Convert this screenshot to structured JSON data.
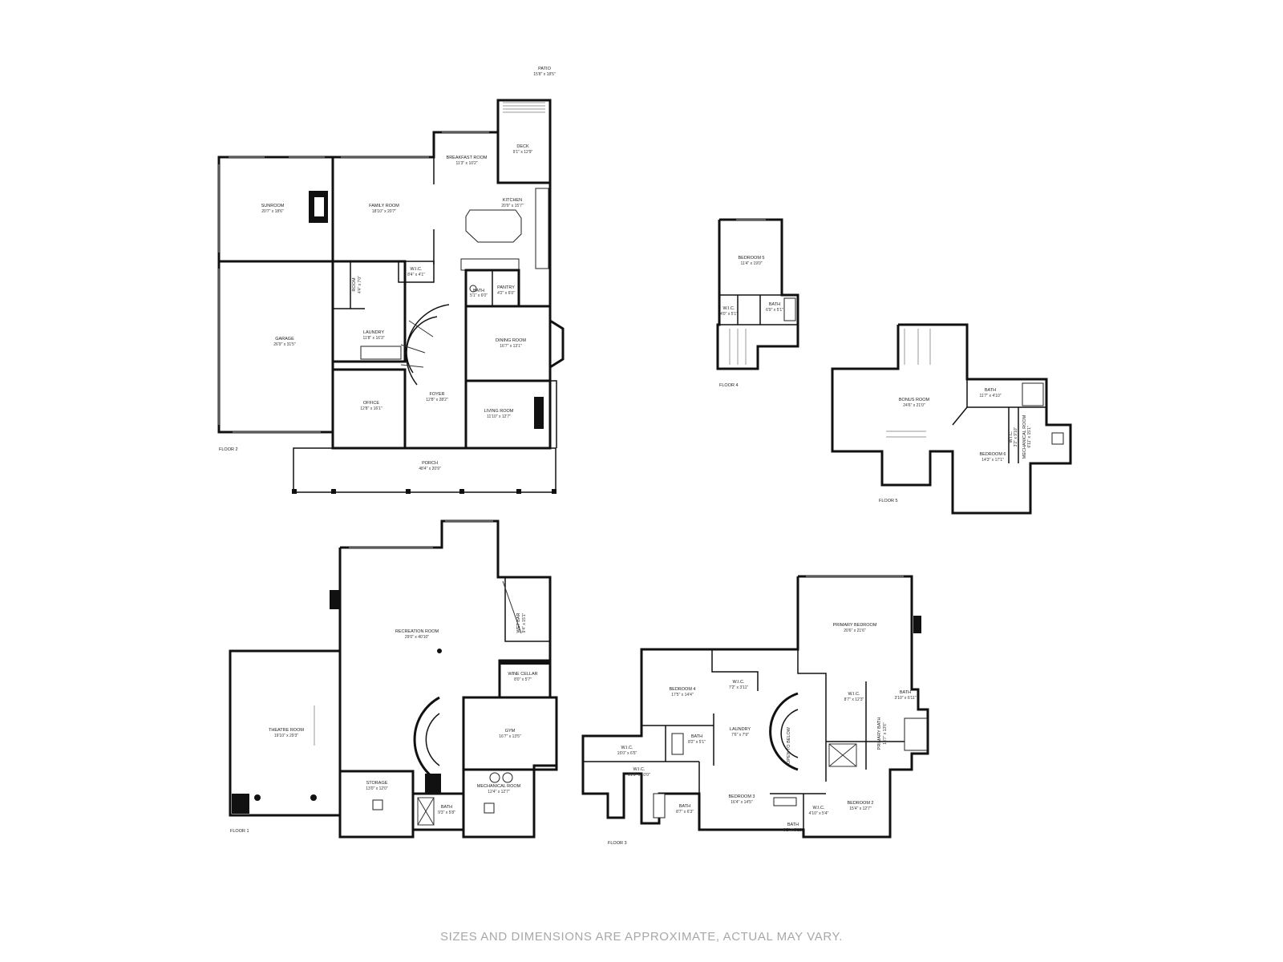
{
  "rooms": {
    "patio": {
      "name": "PATIO",
      "dim": "15'8\" x 18'5\""
    },
    "deck": {
      "name": "DECK",
      "dim": "9'1\" x 12'9\""
    },
    "breakfast_room": {
      "name": "BREAKFAST ROOM",
      "dim": "11'3\" x 10'2\""
    },
    "kitchen": {
      "name": "KITCHEN",
      "dim": "20'9\" x 15'7\""
    },
    "sunroom": {
      "name": "SUNROOM",
      "dim": "20'7\" x 18'6\""
    },
    "family_room": {
      "name": "FAMILY ROOM",
      "dim": "18'10\" x 20'7\""
    },
    "wic_f2": {
      "name": "W.I.C.",
      "dim": "8'4\" x 4'1\""
    },
    "room_f2": {
      "name": "ROOM",
      "dim": "4'4\" x 7'0\""
    },
    "bath_f2": {
      "name": "BATH",
      "dim": "5'1\" x 6'0\""
    },
    "pantry": {
      "name": "PANTRY",
      "dim": "4'2\" x 6'0\""
    },
    "garage": {
      "name": "GARAGE",
      "dim": "26'9\" x 31'5\""
    },
    "laundry_f2": {
      "name": "LAUNDRY",
      "dim": "11'8\" x 16'3\""
    },
    "dining_room": {
      "name": "DINING ROOM",
      "dim": "16'7\" x 13'1\""
    },
    "foyer": {
      "name": "FOYER",
      "dim": "12'8\" x 28'2\""
    },
    "office": {
      "name": "OFFICE",
      "dim": "12'8\" x 16'1\""
    },
    "living_room": {
      "name": "LIVING ROOM",
      "dim": "11'10\" x 12'7\""
    },
    "porch": {
      "name": "PORCH",
      "dim": "48'4\" x 20'9\""
    },
    "bedroom5": {
      "name": "BEDROOM 5",
      "dim": "11'4\" x 19'0\""
    },
    "wic_f4": {
      "name": "W.I.C.",
      "dim": "4'0\" x 5'1\""
    },
    "bath_f4": {
      "name": "BATH",
      "dim": "6'9\" x 5'1\""
    },
    "bonus_room": {
      "name": "BONUS ROOM",
      "dim": "24'6\" x 21'0\""
    },
    "bath_f5": {
      "name": "BATH",
      "dim": "11'7\" x 4'10\""
    },
    "bedroom6": {
      "name": "BEDROOM 6",
      "dim": "14'3\" x 17'1\""
    },
    "wic_f5": {
      "name": "W.I.C.",
      "dim": "3'2\" x 9'10\""
    },
    "mechanical_f5": {
      "name": "MECHANICAL ROOM",
      "dim": "6'11\" x 15'1\""
    },
    "recreation_room": {
      "name": "RECREATION ROOM",
      "dim": "29'0\" x 40'10\""
    },
    "wet_bar": {
      "name": "WET BAR",
      "dim": "9'4\" x 15'1\""
    },
    "wine_cellar": {
      "name": "WINE CELLAR",
      "dim": "8'0\" x 5'7\""
    },
    "theatre_room": {
      "name": "THEATRE ROOM",
      "dim": "19'10\" x 29'3\""
    },
    "gym": {
      "name": "GYM",
      "dim": "16'7\" x 13'5\""
    },
    "storage": {
      "name": "STORAGE",
      "dim": "13'0\" x 12'0\""
    },
    "bath_f1": {
      "name": "BATH",
      "dim": "9'3\" x 5'8\""
    },
    "mechanical_f1": {
      "name": "MECHANICAL ROOM",
      "dim": "12'4\" x 12'7\""
    },
    "primary_bedroom": {
      "name": "PRIMARY BEDROOM",
      "dim": "20'6\" x 21'6\""
    },
    "bedroom4": {
      "name": "BEDROOM 4",
      "dim": "17'5\" x 14'4\""
    },
    "wic_f3a": {
      "name": "W.I.C.",
      "dim": "7'2\" x 3'11\""
    },
    "wic_f3b": {
      "name": "W.I.C.",
      "dim": "8'7\" x 12'3\""
    },
    "bath_f3a": {
      "name": "BATH",
      "dim": "3'10\" x 6'11\""
    },
    "laundry_f3": {
      "name": "LAUNDRY",
      "dim": "7'6\" x 7'9\""
    },
    "bath_f3b": {
      "name": "BATH",
      "dim": "8'2\" x 5'1\""
    },
    "wic_f3c": {
      "name": "W.I.C.",
      "dim": "15'0\" x 6'5\""
    },
    "wic_f3d": {
      "name": "W.I.C.",
      "dim": "21'0\" x 10'0\""
    },
    "primary_bath": {
      "name": "PRIMARY BATH",
      "dim": "18'7\" x 13'6\""
    },
    "open_to_below": {
      "name": "OPEN TO BELOW"
    },
    "bath_f3c": {
      "name": "BATH",
      "dim": "8'7\" x 6'3\""
    },
    "bedroom3": {
      "name": "BEDROOM 3",
      "dim": "16'4\" x 14'5\""
    },
    "wic_f3e": {
      "name": "W.I.C.",
      "dim": "4'10\" x 5'4\""
    },
    "bath_f3d": {
      "name": "BATH",
      "dim": "6'2\" x 8'10\""
    },
    "bedroom2": {
      "name": "BEDROOM 2",
      "dim": "15'4\" x 12'7\""
    }
  },
  "floors": {
    "f1": "FLOOR 1",
    "f2": "FLOOR 2",
    "f3": "FLOOR 3",
    "f4": "FLOOR 4",
    "f5": "FLOOR 5"
  },
  "footer": "SIZES AND DIMENSIONS ARE APPROXIMATE, ACTUAL MAY VARY."
}
